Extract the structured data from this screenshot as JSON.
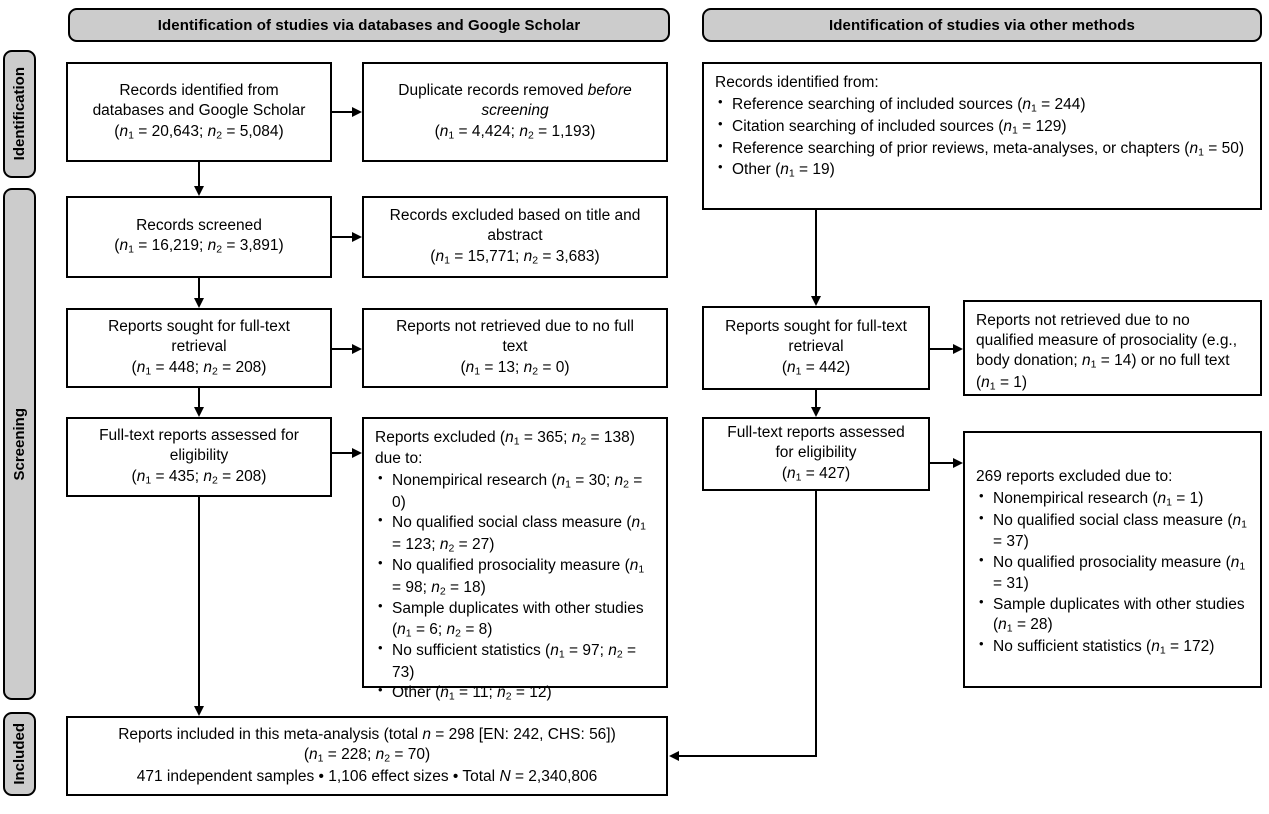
{
  "headers": {
    "left": "Identification of studies via databases and Google Scholar",
    "right": "Identification of studies via other methods"
  },
  "stages": [
    {
      "label": "Identification"
    },
    {
      "label": "Screening"
    },
    {
      "label": "Included"
    }
  ],
  "left_column": {
    "identified": {
      "line1": "Records identified from",
      "line2": "databases and Google Scholar",
      "counts": "(n1 = 20,643; n2 = 5,084)"
    },
    "duplicates": {
      "line1": "Duplicate records removed before",
      "line2": "screening",
      "counts": "(n1 = 4,424; n2 = 1,193)"
    },
    "screened": {
      "line1": "Records screened",
      "counts": "(n1 = 16,219; n2 = 3,891)"
    },
    "excluded_title": {
      "line1": "Records excluded based on title and",
      "line2": "abstract",
      "counts": "(n1 = 15,771; n2 = 3,683)"
    },
    "sought": {
      "line1": "Reports sought for full-text",
      "line2": "retrieval",
      "counts": "(n1 = 448; n2 = 208)"
    },
    "not_retrieved": {
      "line1": "Reports not retrieved due to no full",
      "line2": "text",
      "counts": "(n1 = 13; n2 = 0)"
    },
    "assessed": {
      "line1": "Full-text reports assessed for",
      "line2": "eligibility",
      "counts": "(n1 = 435; n2 = 208)"
    },
    "excluded_full": {
      "intro": "Reports excluded (n1 = 365; n2 = 138) due to:",
      "items": [
        "Nonempirical research (n1 = 30; n2 = 0)",
        "No qualified social class measure (n1 = 123; n2 = 27)",
        "No qualified prosociality measure (n1 = 98; n2 = 18)",
        "Sample duplicates with other studies (n1 = 6; n2 = 8)",
        "No sufficient statistics (n1 = 97; n2 = 73)",
        "Other (n1 = 11; n2 = 12)"
      ]
    }
  },
  "right_column": {
    "identified": {
      "intro": "Records identified from:",
      "items": [
        "Reference searching of included sources (n1 = 244)",
        "Citation searching of included sources (n1 = 129)",
        "Reference searching of prior reviews, meta-analyses, or chapters (n1 = 50)",
        "Other (n1 = 19)"
      ]
    },
    "sought": {
      "line1": "Reports sought for full-text",
      "line2": "retrieval",
      "counts": "(n1 = 442)"
    },
    "not_retrieved": {
      "text": "Reports not retrieved due to no qualified measure of prosociality (e.g., body donation; n1 = 14) or no full text (n1 = 1)"
    },
    "assessed": {
      "line1": "Full-text reports assessed",
      "line2": "for eligibility",
      "counts": "(n1 = 427)"
    },
    "excluded_full": {
      "intro": "269 reports excluded due to:",
      "items": [
        "Nonempirical research (n1 = 1)",
        "No qualified social class measure (n1 = 37)",
        "No qualified prosociality measure (n1 = 31)",
        "Sample duplicates with other studies (n1 = 28)",
        "No sufficient statistics (n1 = 172)"
      ]
    }
  },
  "included_box": {
    "line1": "Reports included in this meta-analysis (total n = 298 [EN: 242, CHS: 56])",
    "line2": "(n1 = 228; n2 = 70)",
    "line3": "471 independent samples • 1,106 effect sizes • Total N = 2,340,806"
  },
  "colors": {
    "stage_fill": "#cccccc",
    "border": "#000000",
    "background": "#ffffff"
  }
}
